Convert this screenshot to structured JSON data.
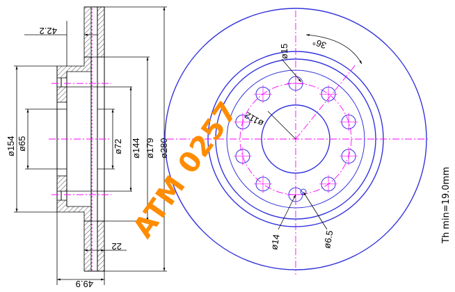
{
  "watermark": "ATM 0257",
  "thickness_note": "Th min=19.0mm",
  "dims": {
    "d154": "ø154",
    "d65": "ø65",
    "d72": "ø72",
    "d144": "ø144",
    "d179": "ø179",
    "d280": "ø280",
    "offset": "42.2",
    "thick": "22",
    "height": "49.9",
    "bolt_circle": "ø112",
    "hole15": "ø15",
    "hole14": "ø14",
    "hole65": "ø6.5",
    "angle": "36°"
  },
  "colors": {
    "disc": "#3333dd",
    "center": "#ff00ff",
    "watermark": "#ff8c00"
  }
}
